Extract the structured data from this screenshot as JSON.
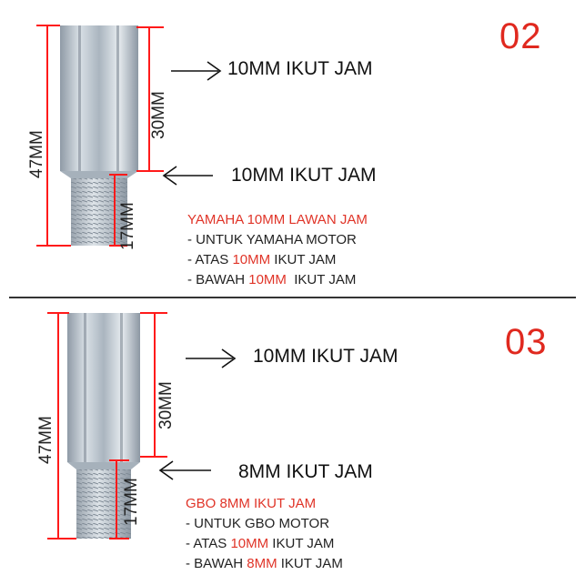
{
  "panel_02": {
    "number": "02",
    "dim_total": "47MM",
    "dim_top": "30MM",
    "dim_bottom": "17MM",
    "arrow_top_label": "10MM IKUT JAM",
    "arrow_bottom_label": "10MM IKUT JAM",
    "heading": "YAMAHA 10MM LAWAN JAM",
    "line1": "- UNTUK YAMAHA MOTOR",
    "line2_pre": "- ATAS ",
    "line2_red": "10MM",
    "line2_post": " IKUT JAM",
    "line3_pre": "- BAWAH ",
    "line3_red": "10MM",
    "line3_post": "  IKUT JAM"
  },
  "panel_03": {
    "number": "03",
    "dim_total": "47MM",
    "dim_top": "30MM",
    "dim_bottom": "17MM",
    "arrow_top_label": "10MM IKUT JAM",
    "arrow_bottom_label": "8MM IKUT JAM",
    "heading": "GBO 8MM IKUT JAM",
    "line1": "- UNTUK GBO MOTOR",
    "line2_pre": "- ATAS ",
    "line2_red": "10MM",
    "line2_post": " IKUT JAM",
    "line3_pre": "- BAWAH ",
    "line3_red": "8MM",
    "line3_post": " IKUT JAM"
  },
  "colors": {
    "accent_red": "#e0291f",
    "dim_line_red": "#ff1a1a",
    "steel": "#b9c3cc"
  }
}
